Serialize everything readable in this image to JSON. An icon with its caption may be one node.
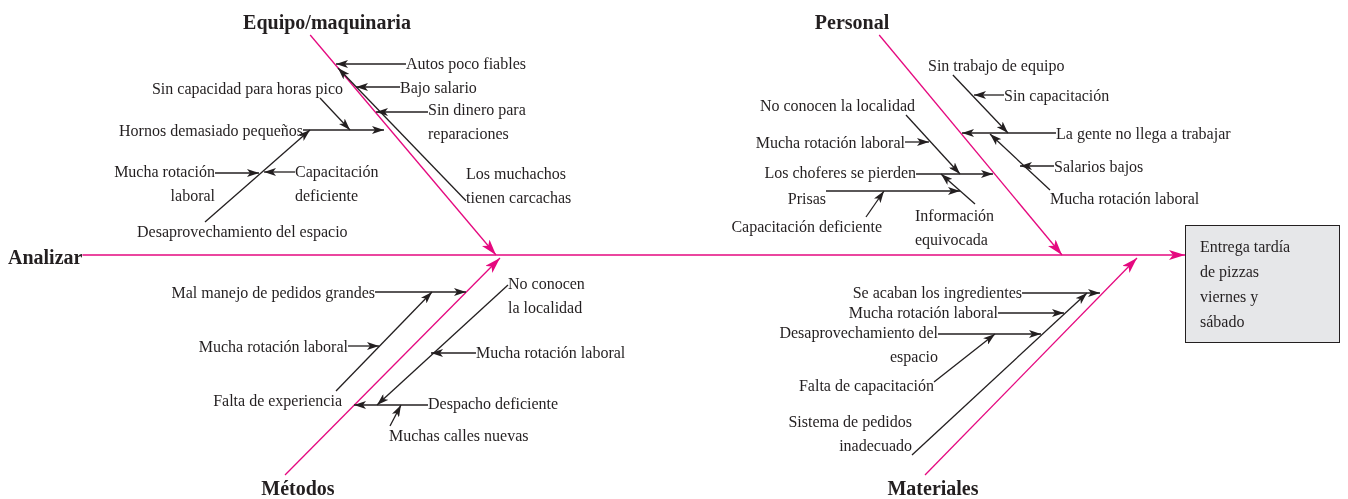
{
  "diagram": {
    "nodes": [
      {
        "text": [
          "Equipo/maquinaria"
        ]
      },
      {
        "text": [
          "Personal"
        ]
      },
      {
        "text": [
          "Analizar"
        ]
      },
      {
        "text": [
          "Entrega tardía de pizzas viernes y sábado"
        ]
      },
      {
        "text": [
          "Métodos"
        ]
      },
      {
        "text": [
          "Materiales"
        ]
      },
      {
        "text": [
          "Autos poco fiables"
        ]
      },
      {
        "text": [
          "Bajo salario"
        ]
      },
      {
        "text": [
          "Sin dinero para reparaciones"
        ]
      },
      {
        "text": [
          "Los muchachos tienen carcachas"
        ]
      },
      {
        "text": [
          "Sin capacidad para horas pico"
        ]
      },
      {
        "text": [
          "Hornos demasiado pequeños"
        ]
      },
      {
        "text": [
          "Mucha rotación laboral"
        ]
      },
      {
        "text": [
          "Capacitación deficiente"
        ]
      },
      {
        "text": [
          "Desaprovechamiento del espacio"
        ]
      },
      {
        "text": [
          "Sin trabajo de equipo"
        ]
      },
      {
        "text": [
          "Sin capacitación"
        ]
      },
      {
        "text": [
          "La gente no llega a trabajar"
        ]
      },
      {
        "text": [
          "Salarios bajos"
        ]
      },
      {
        "text": [
          "Mucha rotación laboral"
        ]
      },
      {
        "text": [
          "No conocen la localidad"
        ]
      },
      {
        "text": [
          "Mucha rotación laboral"
        ]
      },
      {
        "text": [
          "Los choferes se pierden"
        ]
      },
      {
        "text": [
          "Prisas"
        ]
      },
      {
        "text": [
          "Capacitación deficiente"
        ]
      },
      {
        "text": [
          "Información equivocada"
        ]
      },
      {
        "text": [
          "Mal manejo de pedidos grandes"
        ]
      },
      {
        "text": [
          "Mucha rotación laboral"
        ]
      },
      {
        "text": [
          "Falta de experiencia"
        ]
      },
      {
        "text": [
          "No conocen la localidad"
        ]
      },
      {
        "text": [
          "Mucha rotación laboral"
        ]
      },
      {
        "text": [
          "Despacho deficiente"
        ]
      },
      {
        "text": [
          "Muchas calles nuevas"
        ]
      },
      {
        "text": [
          "Se acaban los ingredientes"
        ]
      },
      {
        "text": [
          "Mucha rotación laboral"
        ]
      },
      {
        "text": [
          "Desaprovechamiento del espacio"
        ]
      },
      {
        "text": [
          "Falta de capacitación"
        ]
      },
      {
        "text": [
          "Sistema de pedidos inadecuado"
        ]
      }
    ],
    "edges": [
      {
        "from": 2,
        "to": 3,
        "arrow": "to",
        "color": "#e5097f"
      },
      {
        "from": 0,
        "to": 3,
        "arrow": "to",
        "color": "#e5097f"
      },
      {
        "from": 1,
        "to": 3,
        "arrow": "to",
        "color": "#e5097f"
      },
      {
        "from": 4,
        "to": 3,
        "arrow": "to",
        "color": "#e5097f"
      },
      {
        "from": 5,
        "to": 3,
        "arrow": "to",
        "color": "#e5097f"
      },
      {
        "from": 6,
        "to": 3,
        "arrow": "to"
      },
      {
        "from": 7,
        "to": 3,
        "arrow": "to"
      },
      {
        "from": 8,
        "to": 3,
        "arrow": "to"
      },
      {
        "from": 9,
        "to": 3,
        "arrow": "to"
      },
      {
        "from": 10,
        "to": 3,
        "arrow": "to"
      },
      {
        "from": 11,
        "to": 3,
        "arrow": "to"
      },
      {
        "from": 14,
        "to": 3,
        "arrow": "to"
      },
      {
        "from": 12,
        "to": 3,
        "arrow": "to"
      },
      {
        "from": 13,
        "to": 3,
        "arrow": "to"
      },
      {
        "from": 15,
        "to": 3,
        "arrow": "to"
      },
      {
        "from": 16,
        "to": 3,
        "arrow": "to"
      },
      {
        "from": 17,
        "to": 3,
        "arrow": "to"
      },
      {
        "from": 19,
        "to": 3,
        "arrow": "to"
      },
      {
        "from": 18,
        "to": 3,
        "arrow": "to"
      },
      {
        "from": 20,
        "to": 3,
        "arrow": "to"
      },
      {
        "from": 21,
        "to": 3,
        "arrow": "to"
      },
      {
        "from": 22,
        "to": 3,
        "arrow": "to"
      },
      {
        "from": 23,
        "to": 3,
        "arrow": "to"
      },
      {
        "from": 24,
        "to": 3,
        "arrow": "to"
      },
      {
        "from": 25,
        "to": 3,
        "arrow": "to"
      },
      {
        "from": 26,
        "to": 3,
        "arrow": "to"
      },
      {
        "from": 28,
        "to": 3,
        "arrow": "to"
      },
      {
        "from": 27,
        "to": 3,
        "arrow": "to"
      },
      {
        "from": 29,
        "to": 3,
        "arrow": "to"
      },
      {
        "from": 30,
        "to": 3,
        "arrow": "to"
      },
      {
        "from": 31,
        "to": 3,
        "arrow": "to"
      },
      {
        "from": 32,
        "to": 3,
        "arrow": "to"
      },
      {
        "from": 33,
        "to": 3,
        "arrow": "to"
      },
      {
        "from": 37,
        "to": 3,
        "arrow": "to"
      },
      {
        "from": 34,
        "to": 3,
        "arrow": "to"
      },
      {
        "from": 35,
        "to": 3,
        "arrow": "to"
      },
      {
        "from": 36,
        "to": 3,
        "arrow": "to"
      }
    ]
  }
}
